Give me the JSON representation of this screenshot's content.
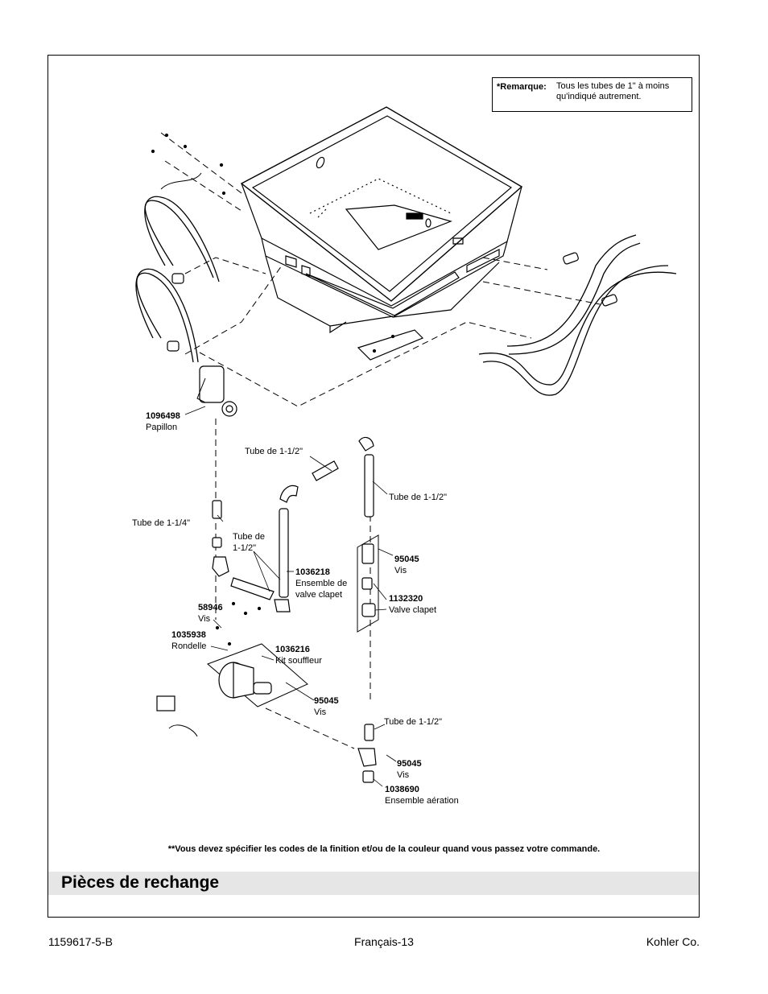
{
  "note": {
    "label": "*Remarque:",
    "text": "Tous les tubes de 1\" à moins qu'indiqué autrement."
  },
  "callouts": {
    "papillon": {
      "code": "1096498",
      "name": "Papillon"
    },
    "tube_a": "Tube de 1-1/2\"",
    "tube_b": "Tube de 1-1/2\"",
    "tube_114": "Tube de 1-1/4\"",
    "tube_c": "Tube de 1-1/2\"",
    "valve_kit": {
      "code": "1036218",
      "name1": "Ensemble de",
      "name2": "valve clapet"
    },
    "screw_95045_a": {
      "code": "95045",
      "name": "Vis"
    },
    "valve_1132320": {
      "code": "1132320",
      "name": "Valve clapet"
    },
    "screw_58946": {
      "code": "58946",
      "name": "Vis"
    },
    "washer": {
      "code": "1035938",
      "name": "Rondelle"
    },
    "blower": {
      "code": "1036216",
      "name": "Kit souffleur"
    },
    "screw_95045_b": {
      "code": "95045",
      "name": "Vis"
    },
    "tube_d": "Tube de 1-1/2\"",
    "screw_95045_c": {
      "code": "95045",
      "name": "Vis"
    },
    "aeration": {
      "code": "1038690",
      "name": "Ensemble aération"
    }
  },
  "tube_c_lines": [
    "Tube de",
    "1-1/2\""
  ],
  "footnote": "**Vous devez spécifier les codes de la finition et/ou de la couleur quand vous passez votre commande.",
  "section_title": "Pièces de rechange",
  "footer": {
    "left": "1159617-5-B",
    "center": "Français-13",
    "right": "Kohler Co."
  }
}
